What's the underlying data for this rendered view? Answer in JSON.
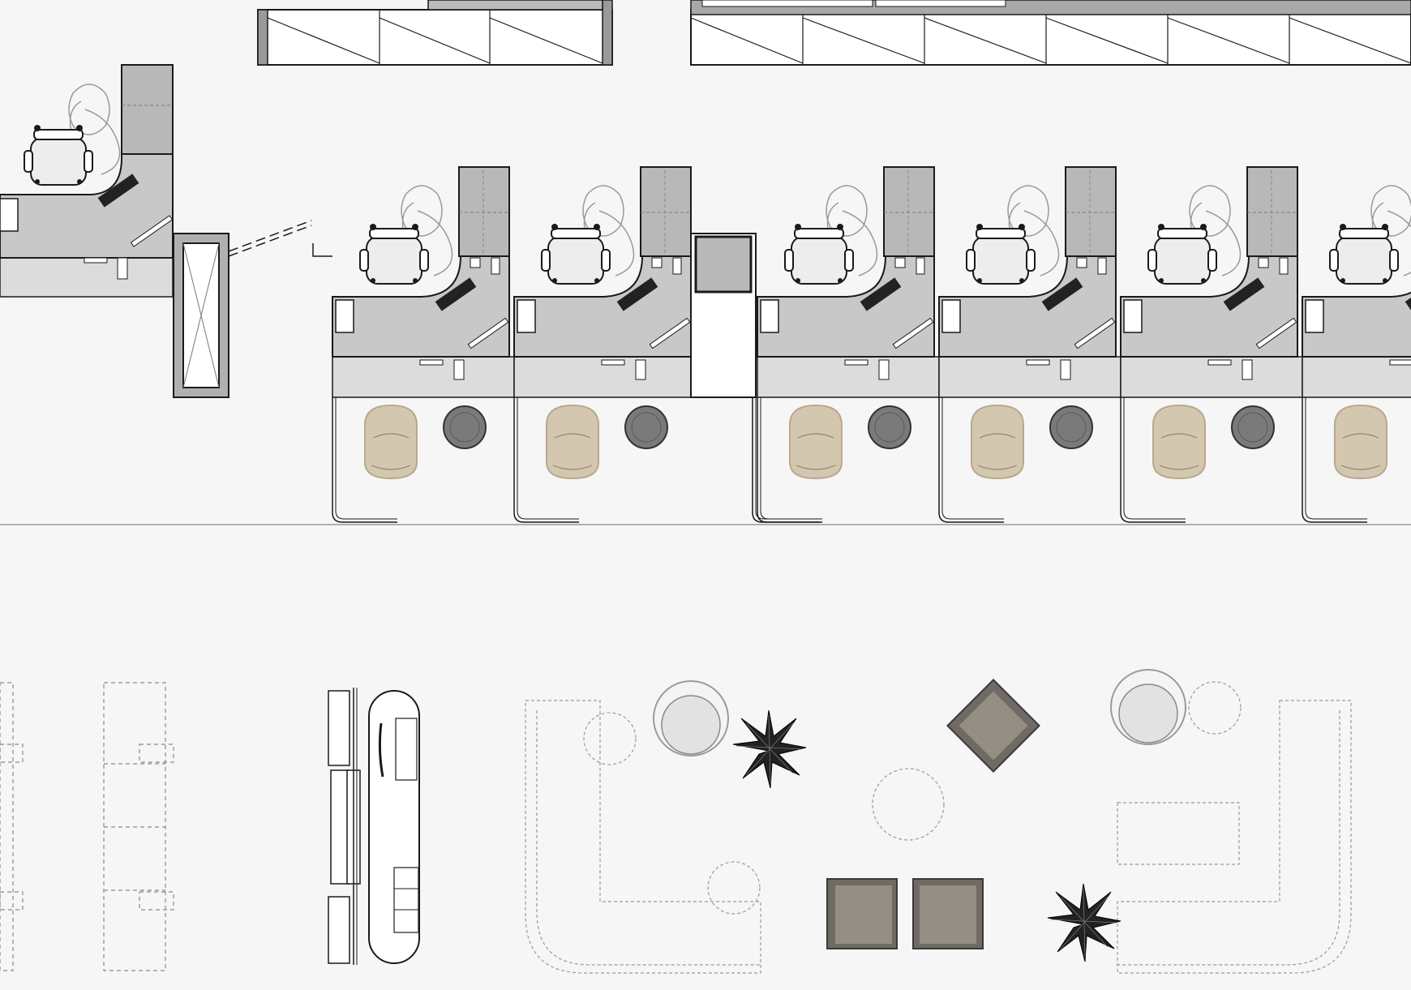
{
  "drawing": {
    "view": "floor-plan",
    "background_color": "#f6f6f6",
    "line_color": "#1a1a1a",
    "desk_fill": "#c8c8c8",
    "return_fill": "#dcdcdc",
    "cabinet_fill": "#b8b8b8",
    "guest_chair_fill": "#d4c7b0",
    "stool_fill": "#7a7a7a",
    "lounge_chair_fill": "#8a847c",
    "plant_color": "#222222"
  },
  "zones": [
    {
      "name": "storage-wall-left",
      "doors": 3
    },
    {
      "name": "storage-wall-right",
      "doors": 6
    },
    {
      "name": "manager-desk",
      "count": 1
    },
    {
      "name": "workstation-row",
      "count": 6
    },
    {
      "name": "bench-left",
      "count": 2
    },
    {
      "name": "pantry-counter",
      "count": 1
    },
    {
      "name": "lounge-area",
      "armchairs": 2,
      "square_chairs": 3,
      "plants": 2
    }
  ]
}
